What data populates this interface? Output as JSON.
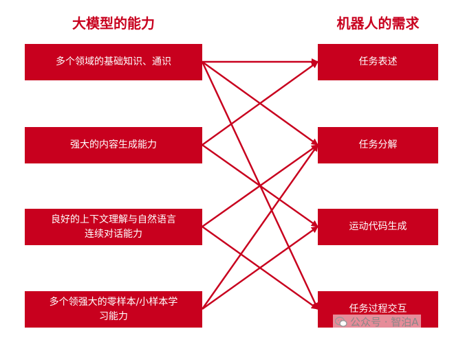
{
  "headings": {
    "left": "大模型的能力",
    "right": "机器人的需求"
  },
  "capabilities": [
    "多个领域的基础知识、通识",
    "强大的内容生成能力",
    "良好的上下文理解与自然语言\n连续对话能力",
    "多个领强大的零样本/小样本学\n习能力"
  ],
  "needs": [
    "任务表述",
    "任务分解",
    "运动代码生成",
    "任务过程交互"
  ],
  "connections": [
    {
      "from": 0,
      "to": 0
    },
    {
      "from": 0,
      "to": 1
    },
    {
      "from": 0,
      "to": 3
    },
    {
      "from": 1,
      "to": 0
    },
    {
      "from": 1,
      "to": 2
    },
    {
      "from": 2,
      "to": 1
    },
    {
      "from": 2,
      "to": 3
    },
    {
      "from": 3,
      "to": 1
    },
    {
      "from": 3,
      "to": 2
    }
  ],
  "watermark": "公众号 · 智泊A",
  "colors": {
    "box": "#c8001e",
    "arrow": "#c8001e",
    "heading": "#c8001e",
    "box_text": "#ffffff"
  }
}
